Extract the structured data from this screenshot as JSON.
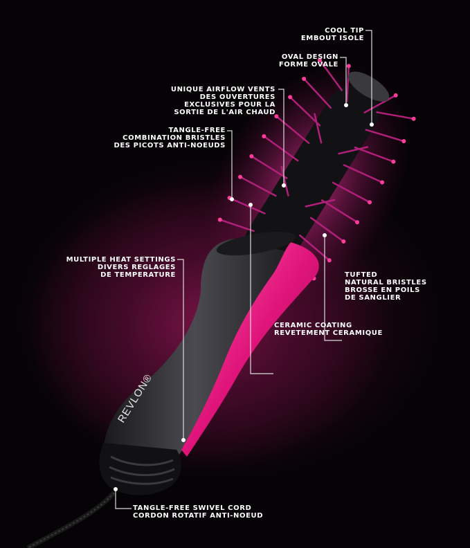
{
  "brand": {
    "name": "REVLON",
    "trademark": "®"
  },
  "colors": {
    "background": "#050305",
    "glow": "#7a1446",
    "accent_pink": "#e0147a",
    "body": "#2b2b2e",
    "label_text": "#ffffff",
    "leader_line": "#dcdcdc"
  },
  "callouts": [
    {
      "id": "cool-tip",
      "lines": [
        "COOL TIP",
        "EMBOUT ISOLE"
      ]
    },
    {
      "id": "oval-design",
      "lines": [
        "OVAL DESIGN",
        "FORME OVALE"
      ]
    },
    {
      "id": "airflow-vents",
      "lines": [
        "UNIQUE AIRFLOW VENTS",
        "DES OUVERTURES",
        "EXCLUSIVES POUR LA",
        "SORTIE DE L'AIR CHAUD"
      ]
    },
    {
      "id": "combination-bristles",
      "lines": [
        "TANGLE-FREE",
        "COMBINATION BRISTLES",
        "DES PICOTS ANTI-NOEUDS"
      ]
    },
    {
      "id": "heat-settings",
      "lines": [
        "MULTIPLE HEAT SETTINGS",
        "DIVERS REGLAGES",
        "DE  TEMPERATURE"
      ]
    },
    {
      "id": "natural-bristles",
      "lines": [
        "TUFTED",
        "NATURAL BRISTLES",
        "BROSSE EN POILS",
        "DE SANGLIER"
      ]
    },
    {
      "id": "ceramic-coating",
      "lines": [
        "CERAMIC COATING",
        "REVETEMENT CERAMIQUE"
      ]
    },
    {
      "id": "swivel-cord",
      "lines": [
        "TANGLE-FREE SWIVEL CORD",
        "CORDON ROTATIF ANTI-NOEUD"
      ]
    }
  ]
}
